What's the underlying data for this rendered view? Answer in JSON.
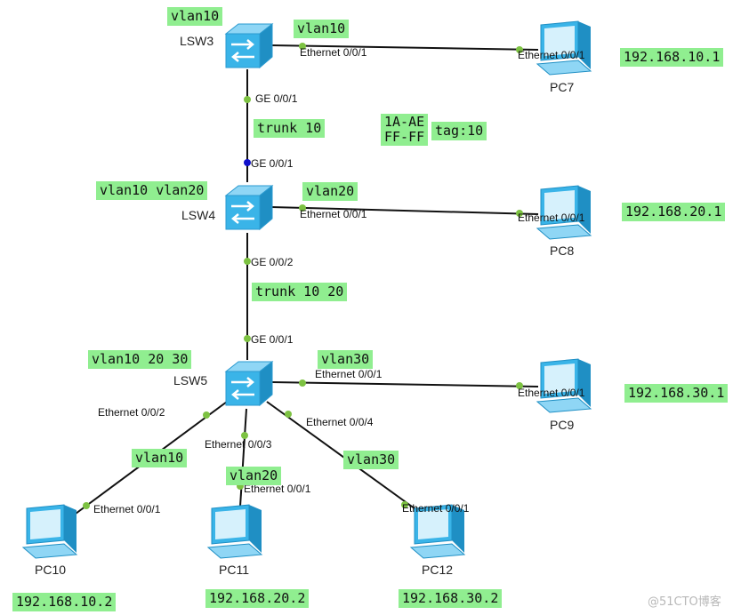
{
  "switches": [
    {
      "id": "LSW3",
      "label": "LSW3"
    },
    {
      "id": "LSW4",
      "label": "LSW4"
    },
    {
      "id": "LSW5",
      "label": "LSW5"
    }
  ],
  "pcs": [
    {
      "id": "PC7",
      "label": "PC7"
    },
    {
      "id": "PC8",
      "label": "PC8"
    },
    {
      "id": "PC9",
      "label": "PC9"
    },
    {
      "id": "PC10",
      "label": "PC10"
    },
    {
      "id": "PC11",
      "label": "PC11"
    },
    {
      "id": "PC12",
      "label": "PC12"
    }
  ],
  "links": [
    {
      "a": "LSW3",
      "a_port": "Ethernet 0/0/1",
      "b": "PC7",
      "b_port": "Ethernet 0/0/1"
    },
    {
      "a": "LSW3",
      "a_port": "GE 0/0/1",
      "b": "LSW4",
      "b_port": "GE 0/0/1"
    },
    {
      "a": "LSW4",
      "a_port": "Ethernet 0/0/1",
      "b": "PC8",
      "b_port": "Ethernet 0/0/1"
    },
    {
      "a": "LSW4",
      "a_port": "GE 0/0/2",
      "b": "LSW5",
      "b_port": "GE 0/0/1"
    },
    {
      "a": "LSW5",
      "a_port": "Ethernet 0/0/1",
      "b": "PC9",
      "b_port": "Ethernet 0/0/1"
    },
    {
      "a": "LSW5",
      "a_port": "Ethernet 0/0/2",
      "b": "PC10",
      "b_port": "Ethernet 0/0/1"
    },
    {
      "a": "LSW5",
      "a_port": "Ethernet 0/0/3",
      "b": "PC11",
      "b_port": "Ethernet 0/0/1"
    },
    {
      "a": "LSW5",
      "a_port": "Ethernet 0/0/4",
      "b": "PC12",
      "b_port": "Ethernet 0/0/1"
    }
  ],
  "annotations": {
    "lsw3_vlan": "vlan10",
    "lsw3_pc7_vlan": "vlan10",
    "pc7_ip": "192.168.10.1",
    "trunk_3_4": "trunk 10",
    "frame_mac": "1A-AE\nFF-FF",
    "frame_tag": "tag:10",
    "lsw4_vlans": "vlan10 vlan20",
    "lsw4_pc8_vlan": "vlan20",
    "pc8_ip": "192.168.20.1",
    "trunk_4_5": "trunk 10 20",
    "lsw5_vlans": "vlan10 20 30",
    "lsw5_pc9_vlan": "vlan30",
    "pc9_ip": "192.168.30.1",
    "pc10_vlan": "vlan10",
    "pc11_vlan": "vlan20",
    "pc12_vlan": "vlan30",
    "pc10_ip": "192.168.10.2",
    "pc11_ip": "192.168.20.2",
    "pc12_ip": "192.168.30.2"
  },
  "watermark": "@51CTO博客",
  "colors": {
    "tag_bg": "#90ee90",
    "link": "#111111",
    "port_dot": "#7dc242",
    "port_dot_active": "#1010cc",
    "device": "#3ab4e8"
  }
}
